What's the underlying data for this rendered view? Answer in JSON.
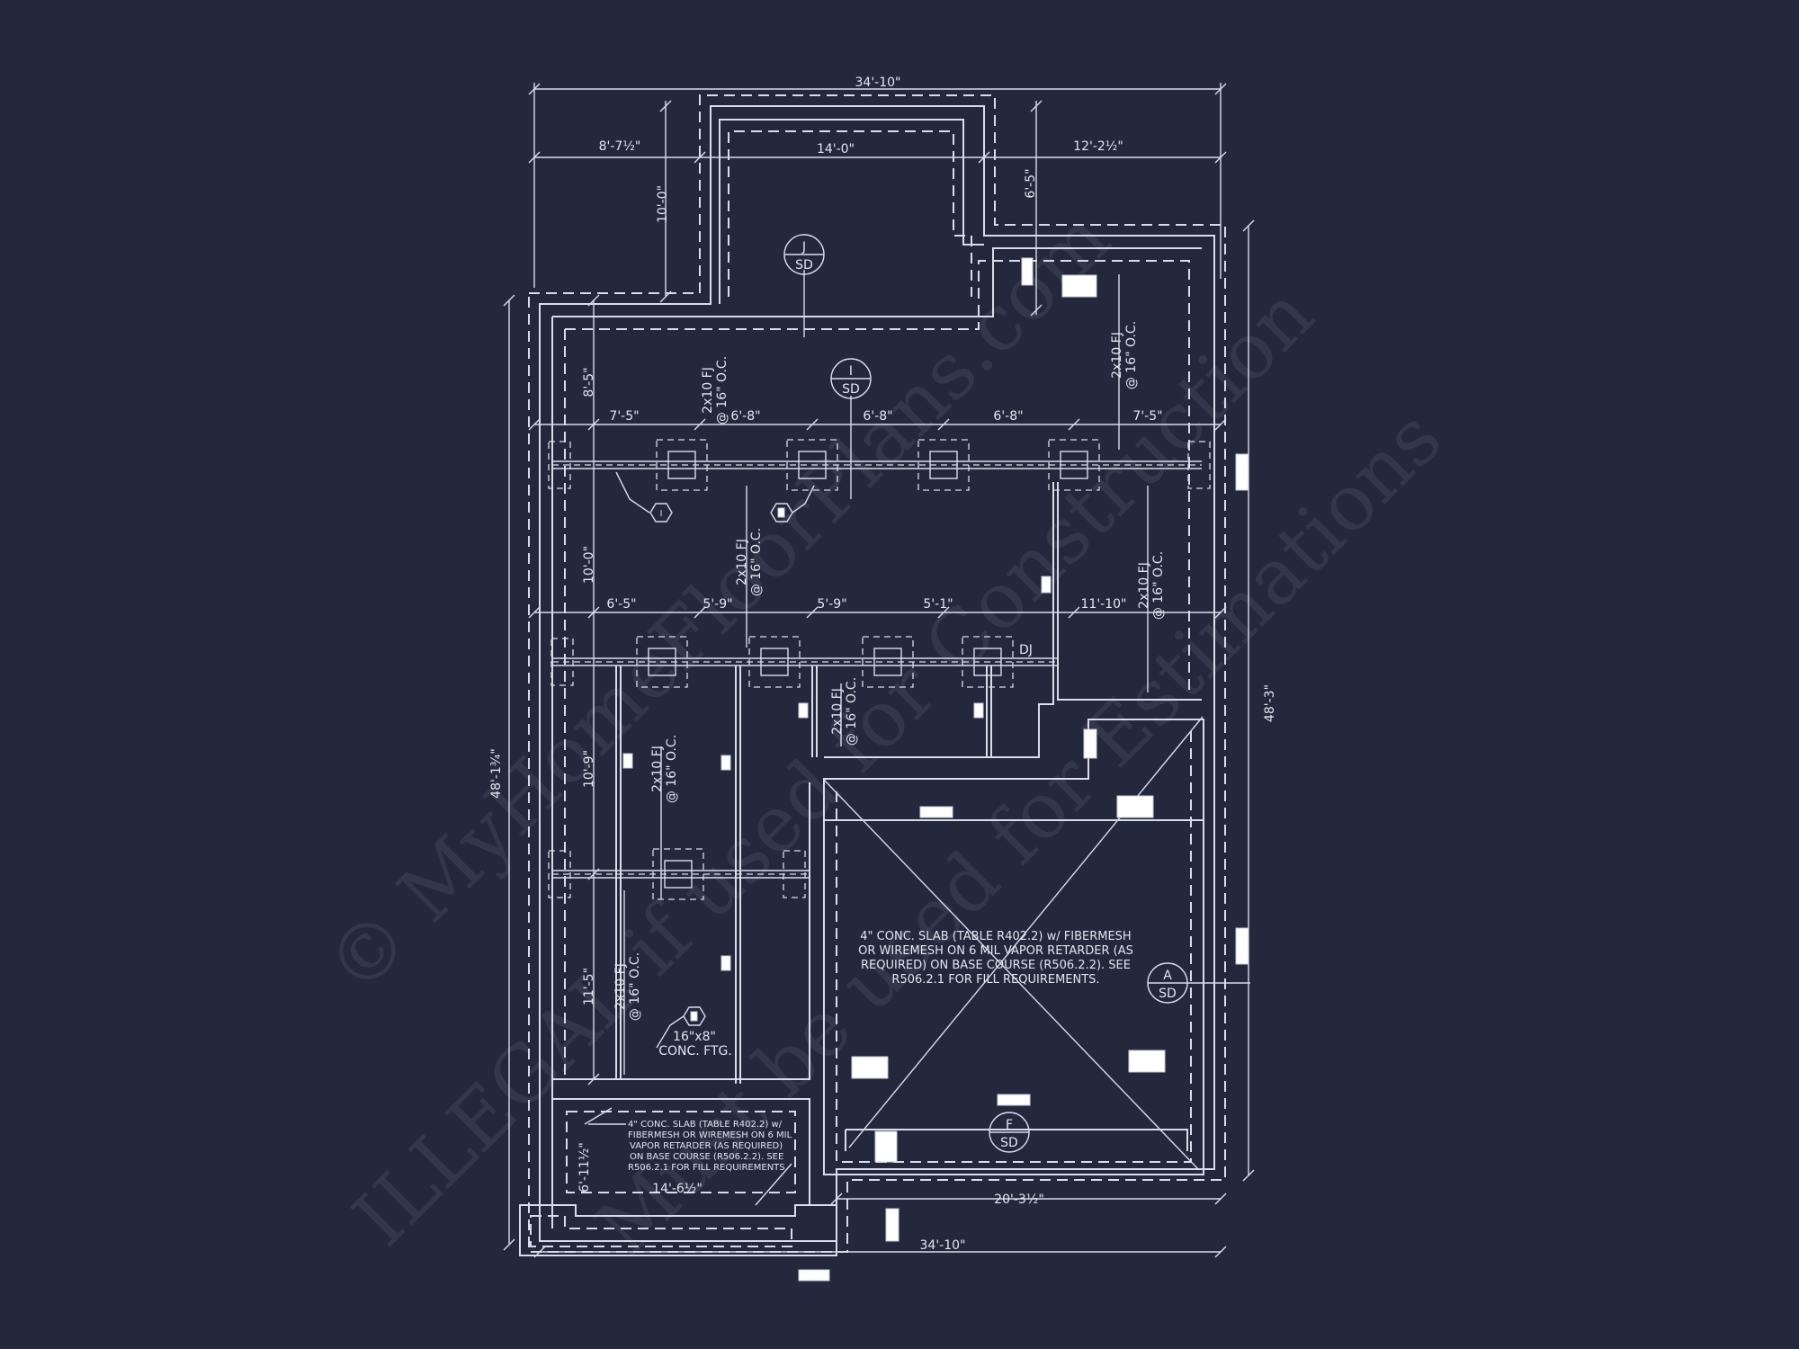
{
  "plan": {
    "overall_width_top": "34'-10\"",
    "overall_width_bottom": "34'-10\"",
    "top_dims": [
      "8'-7½\"",
      "14'-0\"",
      "12'-2½\""
    ],
    "dim_10_0_top": "10'-0\"",
    "dim_6_5_top": "6'-5\"",
    "dim_8_5": "8'-5\"",
    "row1_dims": [
      "7'-5\"",
      "6'-8\"",
      "6'-8\"",
      "6'-8\"",
      "7'-5\""
    ],
    "dim_10_0_mid": "10'-0\"",
    "row2_dims": [
      "6'-5\"",
      "5'-9\"",
      "5'-9\"",
      "5'-1\"",
      "11'-10\""
    ],
    "dj_label": "DJ",
    "dim_10_9": "10'-9\"",
    "dim_11_5": "11'-5\"",
    "dim_6_11": "6'-11½\"",
    "left_overall": "48'-1¾\"",
    "right_overall": "48'-3\"",
    "garage_width": "20'-3½\"",
    "porch_width": "14'-6½\"",
    "joist_line1": "2x10 FJ",
    "joist_line2": "@ 16\" O.C.",
    "footing_line1": "16\"x8\"",
    "footing_line2": "CONC. FTG.",
    "hex_marker_i": "I",
    "sections": [
      {
        "top": "J",
        "bottom": "SD"
      },
      {
        "top": "I",
        "bottom": "SD"
      },
      {
        "top": "A",
        "bottom": "SD"
      },
      {
        "top": "F",
        "bottom": "SD"
      }
    ],
    "garage_slab_note": [
      "4\" CONC. SLAB (TABLE R402.2) w/ FIBERMESH",
      "OR WIREMESH ON 6 MIL VAPOR RETARDER (AS",
      "REQUIRED) ON BASE COURSE (R506.2.2). SEE",
      "R506.2.1 FOR FILL REQUIREMENTS."
    ],
    "porch_slab_note": [
      "4\" CONC. SLAB (TABLE R402.2) w/",
      "FIBERMESH OR WIREMESH ON 6 MIL",
      "VAPOR RETARDER (AS REQUIRED)",
      "ON BASE COURSE (R506.2.2). SEE",
      "R506.2.1 FOR FILL REQUIREMENTS."
    ]
  },
  "watermark": [
    "© MyHomeFloorPlans.com",
    "ILLEGAL if used for Construction",
    "Must be used for Estimations"
  ],
  "colors": {
    "background": "#23283d",
    "linework": "#d9dde9"
  }
}
